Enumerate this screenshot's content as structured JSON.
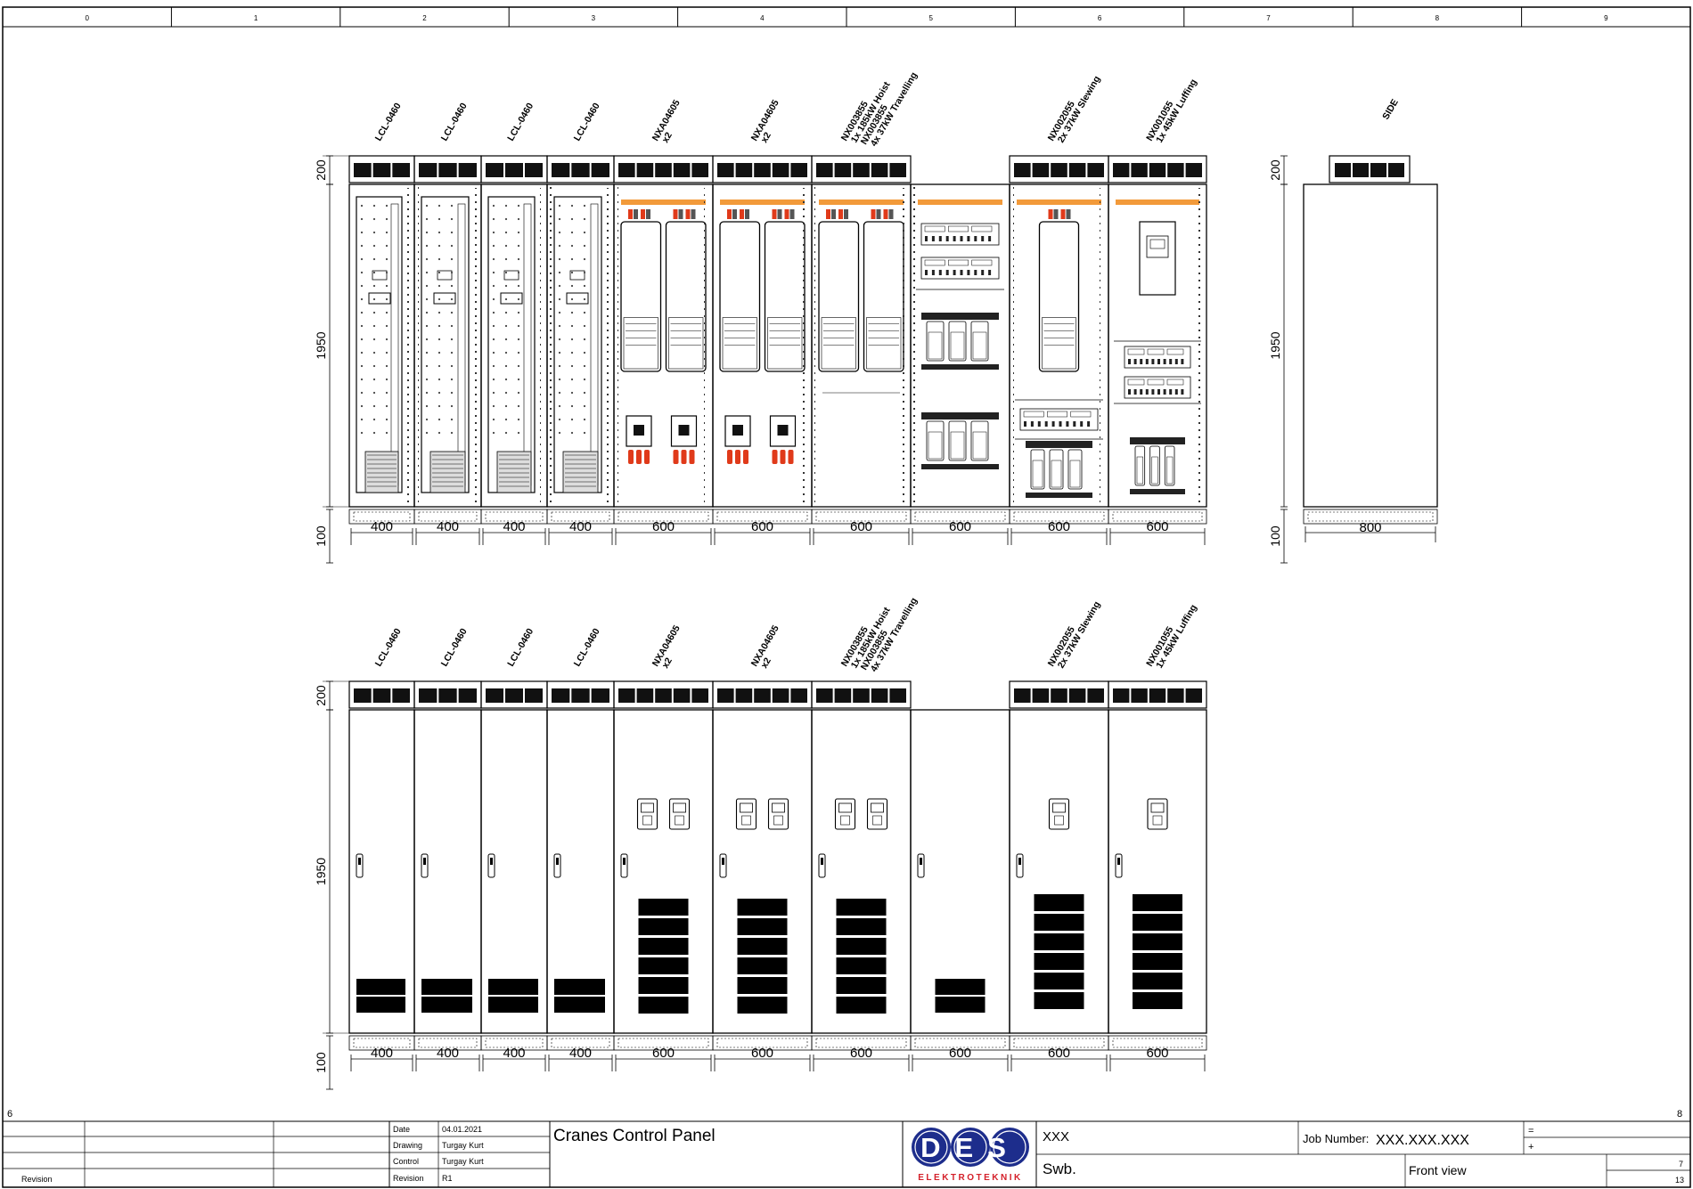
{
  "sheet": {
    "column_numbers": [
      "0",
      "1",
      "2",
      "3",
      "4",
      "5",
      "6",
      "7",
      "8",
      "9"
    ],
    "left_marker": "6",
    "right_marker": "8"
  },
  "front_interior": {
    "labels": [
      [
        "LCL-0460"
      ],
      [
        "LCL-0460"
      ],
      [
        "LCL-0460"
      ],
      [
        "LCL-0460"
      ],
      [
        "NXA04605",
        "x2"
      ],
      [
        "NXA04605",
        "x2"
      ],
      [
        "NX003855",
        "1x 185kW Hoist",
        "NX003855",
        "4x 37kW Travelling"
      ],
      [],
      [
        "NX002055",
        "2x 37kW Slewing"
      ],
      [
        "NX001055",
        "1x 45kW Luffing"
      ]
    ],
    "widths": [
      "400",
      "400",
      "400",
      "400",
      "600",
      "600",
      "600",
      "600",
      "600",
      "600"
    ],
    "heights": {
      "roof": "200",
      "body": "1950",
      "plinth": "100"
    }
  },
  "front_door": {
    "labels": [
      [
        "LCL-0460"
      ],
      [
        "LCL-0460"
      ],
      [
        "LCL-0460"
      ],
      [
        "LCL-0460"
      ],
      [
        "NXA04605",
        "x2"
      ],
      [
        "NXA04605",
        "x2"
      ],
      [
        "NX003855",
        "1x 185kW Hoist",
        "NX003855",
        "4x 37kW Travelling"
      ],
      [],
      [
        "NX002055",
        "2x 37kW Slewing"
      ],
      [
        "NX001055",
        "1x 45kW Luffing"
      ]
    ],
    "widths": [
      "400",
      "400",
      "400",
      "400",
      "600",
      "600",
      "600",
      "600",
      "600",
      "600"
    ],
    "heights": {
      "roof": "200",
      "body": "1950",
      "plinth": "100"
    }
  },
  "side_view": {
    "label": "SIDE",
    "width": "800",
    "heights": {
      "roof": "200",
      "body": "1950",
      "plinth": "100"
    }
  },
  "title_block": {
    "date_label": "Date",
    "date_value": "04.01.2021",
    "drawing_label": "Drawing",
    "drawing_value": "Turgay Kurt",
    "control_label": "Control",
    "control_value": "Turgay Kurt",
    "revision_label": "Revision",
    "revision_value": "R1",
    "revision_left": "Revision",
    "project_title": "Cranes Control Panel",
    "company_logo_letters": "DES",
    "company_logo_name": "ELEKTROTEKNIK",
    "client": "XXX",
    "job_number_label": "Job Number:",
    "job_number_value": "XXX.XXX.XXX",
    "equals_sign": "=",
    "plus_sign": "+",
    "subtitle": "Swb.",
    "view_name": "Front view",
    "page": "7",
    "total_pages": "13"
  },
  "colors": {
    "logo_blue": "#1d2d8c",
    "logo_red": "#d4202a",
    "busbar_orange": "#f29a3a",
    "terminal_red": "#e03a1a"
  }
}
